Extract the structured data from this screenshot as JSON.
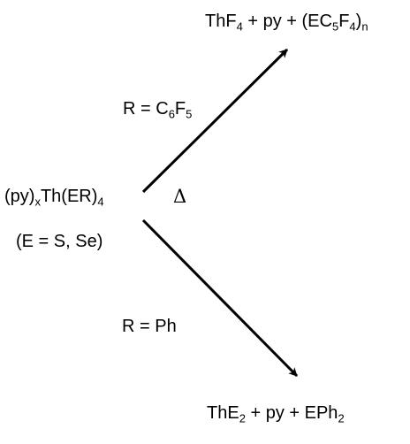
{
  "diagram": {
    "top_product": {
      "a": "ThF",
      "a_sub": "4",
      "b": " + py + (EC",
      "b_sub": "5",
      "c": "F",
      "c_sub": "4",
      "d": ")",
      "d_sub": "n"
    },
    "upper_condition": {
      "a": "R = C",
      "a_sub": "6",
      "b": "F",
      "b_sub": "5"
    },
    "reactant": {
      "a": "(py)",
      "a_sub": "x",
      "b": "Th(ER)",
      "b_sub": "4"
    },
    "reactant_note": "(E = S, Se)",
    "heat_symbol": "Δ",
    "lower_condition": "R = Ph",
    "bottom_product": {
      "a": "ThE",
      "a_sub": "2",
      "b": " + py + EPh",
      "b_sub": "2"
    }
  }
}
